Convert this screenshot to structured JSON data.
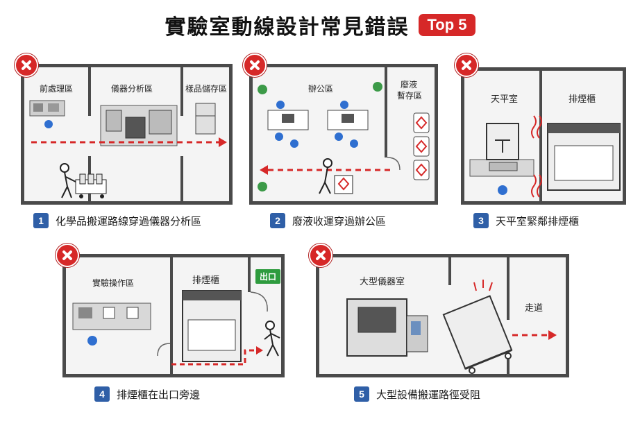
{
  "header": {
    "title": "實驗室動線設計常見錯誤",
    "badge": "Top 5"
  },
  "panels": [
    {
      "number": "1",
      "caption": "化學品搬運路線穿過儀器分析區",
      "areas": [
        "前處理區",
        "儀器分析區",
        "樣品儲存區"
      ]
    },
    {
      "number": "2",
      "caption": "廢液收運穿過辦公區",
      "areas": [
        "辦公區",
        "廢液",
        "暫存區"
      ]
    },
    {
      "number": "3",
      "caption": "天平室緊鄰排煙櫃",
      "areas": [
        "天平室",
        "排煙櫃"
      ]
    },
    {
      "number": "4",
      "caption": "排煙櫃在出口旁邊",
      "areas": [
        "實驗操作區",
        "排煙櫃"
      ],
      "exit_sign": "出口"
    },
    {
      "number": "5",
      "caption": "大型設備搬運路徑受阻",
      "areas": [
        "大型儀器室",
        "走道"
      ]
    }
  ],
  "colors": {
    "error_red": "#d62828",
    "arrow_red": "#d62828",
    "number_blue": "#2f5fa7",
    "wall": "#4a4a4a",
    "exit_green": "#2e9b3e"
  }
}
